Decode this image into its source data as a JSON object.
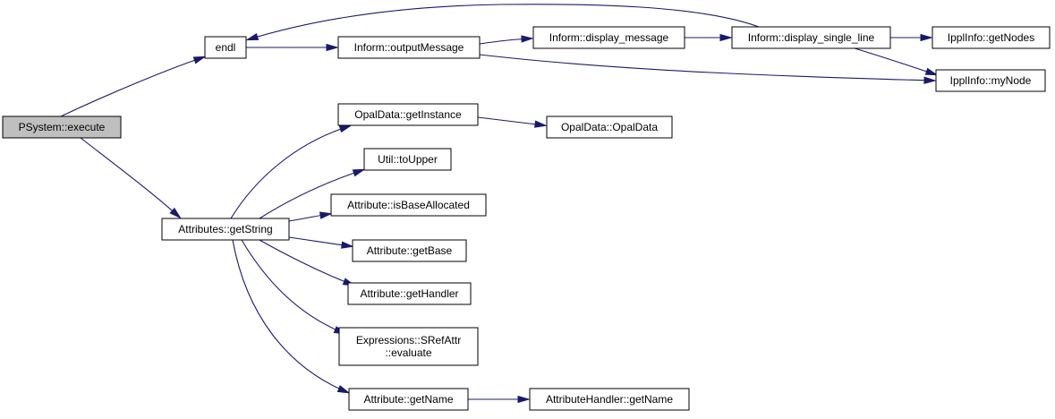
{
  "graph": {
    "colors": {
      "edge": "#191970",
      "root_fill": "#bfbfbf",
      "node_fill": "#ffffff",
      "node_border": "#000000"
    },
    "nodes": {
      "psystem_execute": {
        "lines": [
          "PSystem::execute"
        ]
      },
      "endl": {
        "lines": [
          "endl"
        ]
      },
      "inform_outputmessage": {
        "lines": [
          "Inform::outputMessage"
        ]
      },
      "inform_display_message": {
        "lines": [
          "Inform::display_message"
        ]
      },
      "inform_display_single_line": {
        "lines": [
          "Inform::display_single_line"
        ]
      },
      "ipplinfo_getnodes": {
        "lines": [
          "IpplInfo::getNodes"
        ]
      },
      "ipplinfo_mynode": {
        "lines": [
          "IpplInfo::myNode"
        ]
      },
      "attributes_getstring": {
        "lines": [
          "Attributes::getString"
        ]
      },
      "opaldata_getinstance": {
        "lines": [
          "OpalData::getInstance"
        ]
      },
      "opaldata_opaldata": {
        "lines": [
          "OpalData::OpalData"
        ]
      },
      "util_toupper": {
        "lines": [
          "Util::toUpper"
        ]
      },
      "attribute_isbaseallocated": {
        "lines": [
          "Attribute::isBaseAllocated"
        ]
      },
      "attribute_getbase": {
        "lines": [
          "Attribute::getBase"
        ]
      },
      "attribute_gethandler": {
        "lines": [
          "Attribute::getHandler"
        ]
      },
      "expressions_srefattr_evaluate": {
        "lines": [
          "Expressions::SRefAttr",
          "::evaluate"
        ]
      },
      "attribute_getname": {
        "lines": [
          "Attribute::getName"
        ]
      },
      "attributehandler_getname": {
        "lines": [
          "AttributeHandler::getName"
        ]
      }
    },
    "edges": [
      {
        "from": "psystem_execute",
        "to": "endl"
      },
      {
        "from": "psystem_execute",
        "to": "attributes_getstring"
      },
      {
        "from": "endl",
        "to": "inform_outputmessage"
      },
      {
        "from": "inform_outputmessage",
        "to": "inform_display_message"
      },
      {
        "from": "inform_outputmessage",
        "to": "ipplinfo_mynode"
      },
      {
        "from": "inform_display_message",
        "to": "inform_display_single_line"
      },
      {
        "from": "inform_display_single_line",
        "to": "endl"
      },
      {
        "from": "inform_display_single_line",
        "to": "ipplinfo_getnodes"
      },
      {
        "from": "inform_display_single_line",
        "to": "ipplinfo_mynode"
      },
      {
        "from": "attributes_getstring",
        "to": "opaldata_getinstance"
      },
      {
        "from": "attributes_getstring",
        "to": "util_toupper"
      },
      {
        "from": "attributes_getstring",
        "to": "attribute_isbaseallocated"
      },
      {
        "from": "attributes_getstring",
        "to": "attribute_getbase"
      },
      {
        "from": "attributes_getstring",
        "to": "attribute_gethandler"
      },
      {
        "from": "attributes_getstring",
        "to": "expressions_srefattr_evaluate"
      },
      {
        "from": "attributes_getstring",
        "to": "attribute_getname"
      },
      {
        "from": "opaldata_getinstance",
        "to": "opaldata_opaldata"
      },
      {
        "from": "attribute_getname",
        "to": "attributehandler_getname"
      }
    ]
  }
}
